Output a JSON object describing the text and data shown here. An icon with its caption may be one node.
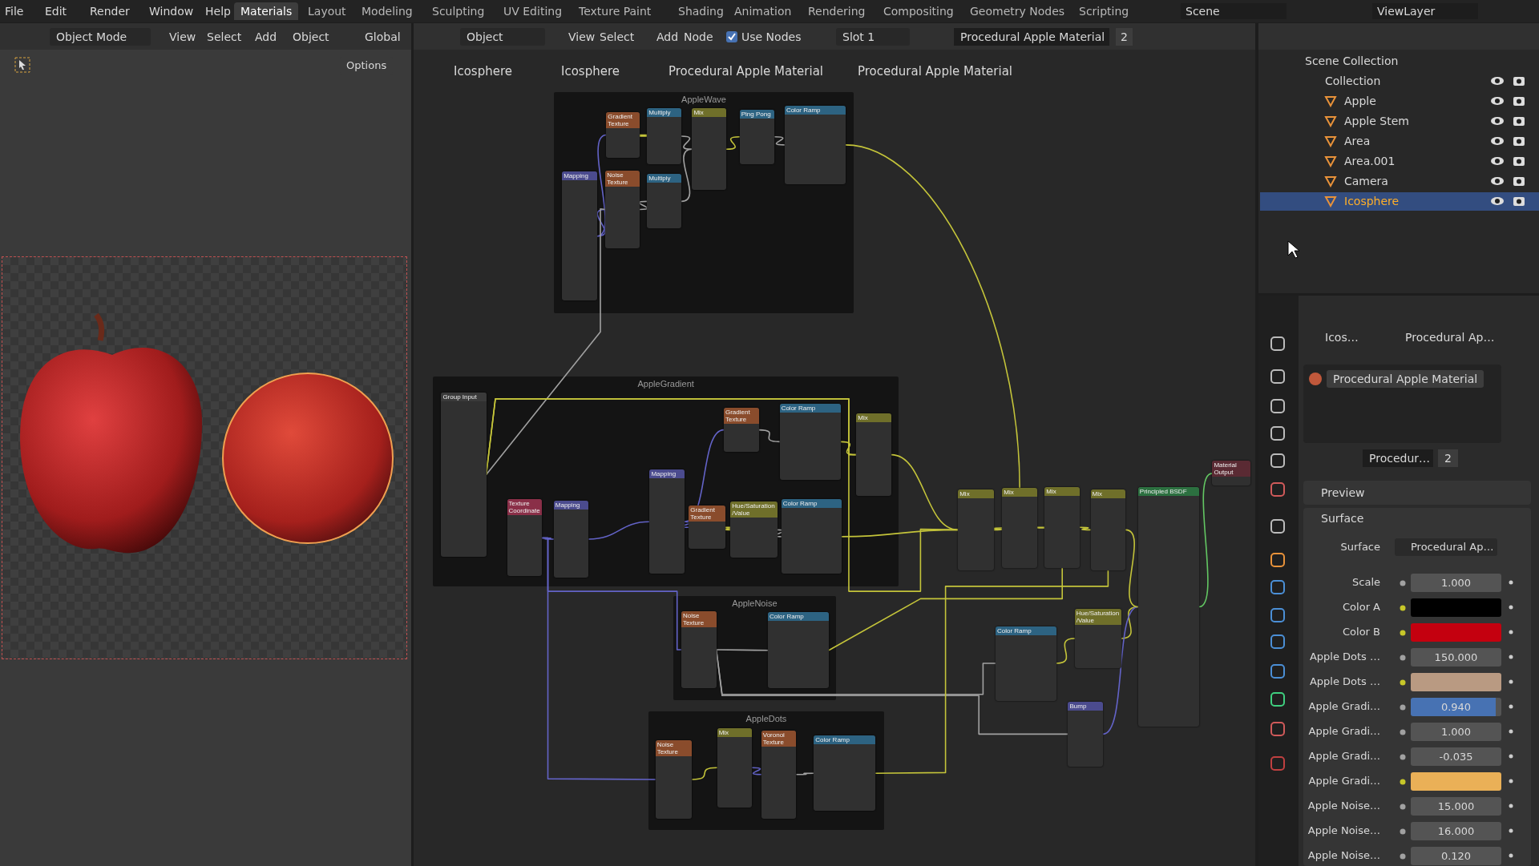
{
  "diagram": {
    "nodes": [
      {
        "text": [
          "AppleWave"
        ]
      },
      {
        "text": [
          "Mapping"
        ],
        "in": 0
      },
      {
        "text": [
          "Gradient Texture"
        ],
        "in": 0
      },
      {
        "text": [
          "Noise Texture"
        ],
        "in": 0
      },
      {
        "text": [
          "Multiply"
        ],
        "in": 0
      },
      {
        "text": [
          "Multiply"
        ],
        "in": 0
      },
      {
        "text": [
          "Mix"
        ],
        "in": 0
      },
      {
        "text": [
          "Ping Pong"
        ],
        "in": 0
      },
      {
        "text": [
          "Color Ramp"
        ],
        "in": 0
      },
      {
        "text": [
          "AppleGradient"
        ]
      },
      {
        "text": [
          "Group Input"
        ],
        "in": 9
      },
      {
        "text": [
          "Texture Coordinate"
        ],
        "in": 9
      },
      {
        "text": [
          "Mapping"
        ],
        "in": 9
      },
      {
        "text": [
          "Mapping"
        ],
        "in": 9
      },
      {
        "text": [
          "Gradient Texture"
        ],
        "in": 9
      },
      {
        "text": [
          "Color Ramp"
        ],
        "in": 9
      },
      {
        "text": [
          "Mix"
        ],
        "in": 9
      },
      {
        "text": [
          "Gradient Texture"
        ],
        "in": 9
      },
      {
        "text": [
          "Hue/Saturation/Value"
        ],
        "in": 9
      },
      {
        "text": [
          "Color Ramp"
        ],
        "in": 9
      },
      {
        "text": [
          "Material Output"
        ]
      },
      {
        "text": [
          "Mix"
        ]
      },
      {
        "text": [
          "Mix"
        ]
      },
      {
        "text": [
          "Mix"
        ]
      },
      {
        "text": [
          "Mix"
        ]
      },
      {
        "text": [
          "Principled BSDF"
        ]
      },
      {
        "text": [
          "AppleNoise"
        ]
      },
      {
        "text": [
          "Noise Texture"
        ],
        "in": 26
      },
      {
        "text": [
          "Color Ramp"
        ],
        "in": 26
      },
      {
        "text": [
          "Color Ramp"
        ]
      },
      {
        "text": [
          "Hue/Saturation/Value"
        ]
      },
      {
        "text": [
          "Bump"
        ]
      },
      {
        "text": [
          "AppleDots"
        ]
      },
      {
        "text": [
          "Noise Texture"
        ],
        "in": 32
      },
      {
        "text": [
          "Mix"
        ],
        "in": 32
      },
      {
        "text": [
          "Voronoi Texture"
        ],
        "in": 32
      },
      {
        "text": [
          "Color Ramp"
        ],
        "in": 32
      }
    ],
    "edges": [
      {
        "from": 1,
        "to": 2,
        "arrow": "none",
        "color": "#6363c7"
      },
      {
        "from": 1,
        "to": 3,
        "arrow": "none",
        "color": "#6363c7"
      },
      {
        "from": 2,
        "to": 4,
        "arrow": "none"
      },
      {
        "from": 3,
        "to": 5,
        "arrow": "none",
        "color": "#a1a1a1"
      },
      {
        "from": 4,
        "to": 6,
        "arrow": "none",
        "color": "#a1a1a1"
      },
      {
        "from": 5,
        "to": 6,
        "arrow": "none",
        "color": "#a1a1a1"
      },
      {
        "from": 6,
        "to": 7,
        "arrow": "none"
      },
      {
        "from": 7,
        "to": 8,
        "arrow": "none",
        "color": "#a1a1a1"
      },
      {
        "from": 8,
        "to": 22,
        "arrow": "none"
      },
      {
        "from": 10,
        "to": 3,
        "arrow": "none",
        "color": "#a1a1a1"
      },
      {
        "from": 10,
        "to": 16,
        "arrow": "none"
      },
      {
        "from": 10,
        "to": 21,
        "arrow": "none"
      },
      {
        "from": 11,
        "to": 12,
        "arrow": "none",
        "color": "#6363c7"
      },
      {
        "from": 12,
        "to": 13,
        "arrow": "none",
        "color": "#6363c7"
      },
      {
        "from": 13,
        "to": 14,
        "arrow": "none",
        "color": "#6363c7"
      },
      {
        "from": 13,
        "to": 17,
        "arrow": "none",
        "color": "#6363c7"
      },
      {
        "from": 14,
        "to": 15,
        "arrow": "none",
        "color": "#a1a1a1"
      },
      {
        "from": 15,
        "to": 16,
        "arrow": "none"
      },
      {
        "from": 17,
        "to": 18,
        "arrow": "none"
      },
      {
        "from": 18,
        "to": 19,
        "arrow": "none",
        "color": "#a1a1a1"
      },
      {
        "from": 16,
        "to": 21,
        "arrow": "none"
      },
      {
        "from": 19,
        "to": 21,
        "arrow": "none"
      },
      {
        "from": 11,
        "to": 27,
        "arrow": "none",
        "color": "#6363c7"
      },
      {
        "from": 27,
        "to": 28,
        "arrow": "none",
        "color": "#a1a1a1"
      },
      {
        "from": 28,
        "to": 23,
        "arrow": "none"
      },
      {
        "from": 27,
        "to": 29,
        "arrow": "none",
        "color": "#a1a1a1"
      },
      {
        "from": 29,
        "to": 30,
        "arrow": "none"
      },
      {
        "from": 30,
        "to": 25,
        "arrow": "none"
      },
      {
        "from": 27,
        "to": 31,
        "arrow": "none",
        "color": "#a1a1a1"
      },
      {
        "from": 31,
        "to": 25,
        "arrow": "none",
        "color": "#6363c7"
      },
      {
        "from": 11,
        "to": 33,
        "arrow": "none",
        "color": "#6363c7"
      },
      {
        "from": 33,
        "to": 34,
        "arrow": "none"
      },
      {
        "from": 34,
        "to": 35,
        "arrow": "none",
        "color": "#6363c7"
      },
      {
        "from": 35,
        "to": 36,
        "arrow": "none",
        "color": "#a1a1a1"
      },
      {
        "from": 36,
        "to": 24,
        "arrow": "none"
      },
      {
        "from": 21,
        "to": 22,
        "arrow": "none"
      },
      {
        "from": 22,
        "to": 23,
        "arrow": "none"
      },
      {
        "from": 23,
        "to": 24,
        "arrow": "none"
      },
      {
        "from": 24,
        "to": 25,
        "arrow": "none"
      },
      {
        "from": 25,
        "to": 20,
        "arrow": "none",
        "color": "#63c763"
      }
    ],
    "labels": [
      "File",
      "Edit",
      "Render",
      "Window",
      "Help",
      "Materials",
      "Layout",
      "Modeling",
      "Sculpting",
      "UV Editing",
      "Texture Paint",
      "Shading",
      "Animation",
      "Rendering",
      "Compositing",
      "Geometry Nodes",
      "Scripting",
      "Scene",
      "ViewLayer",
      "Object Mode",
      "View",
      "Select",
      "Add",
      "Object",
      "Global",
      "Options",
      "Object",
      "View",
      "Select",
      "Add",
      "Node",
      "Use Nodes",
      "Slot 1",
      "Procedural Apple Material",
      "2",
      "Icosphere",
      "Icosphere",
      "Procedural Apple Material",
      "Procedural Apple Material",
      "Scene Collection",
      "Collection",
      "Apple",
      "Apple Stem",
      "Area",
      "Area.001",
      "Camera",
      "Icosphere",
      "Icos…",
      "Procedural Ap…",
      "Procedural Apple Material",
      "Procedur…",
      "2",
      "Preview",
      "Surface",
      "Surface",
      "Procedural Ap…",
      "Scale",
      "1.000",
      "Color A",
      "Color B",
      "Apple Dots …",
      "150.000",
      "Apple Dots …",
      "Apple Gradi…",
      "0.940",
      "Apple Gradi…",
      "1.000",
      "Apple Gradi…",
      "-0.035",
      "Apple Gradi…",
      "Apple Noise…",
      "15.000",
      "Apple Noise…",
      "16.000",
      "Apple Noise…",
      "0.120"
    ]
  }
}
